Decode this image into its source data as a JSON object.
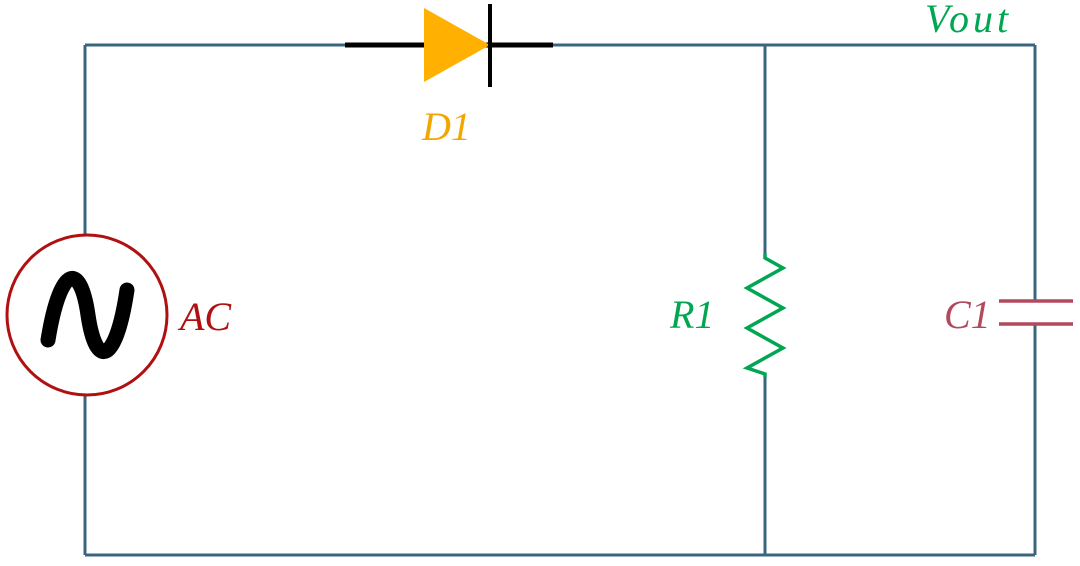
{
  "diagram": {
    "labels": {
      "source": "AC",
      "diode": "D1",
      "resistor": "R1",
      "capacitor": "C1",
      "output": "Vout"
    },
    "colors": {
      "wire": "#3a657f",
      "source": "#b01010",
      "diode_fill": "#ffb000",
      "diode_label": "#f5a500",
      "resistor": "#00a651",
      "capacitor": "#b3495c",
      "output_label": "#00a651",
      "black": "#000000"
    }
  }
}
